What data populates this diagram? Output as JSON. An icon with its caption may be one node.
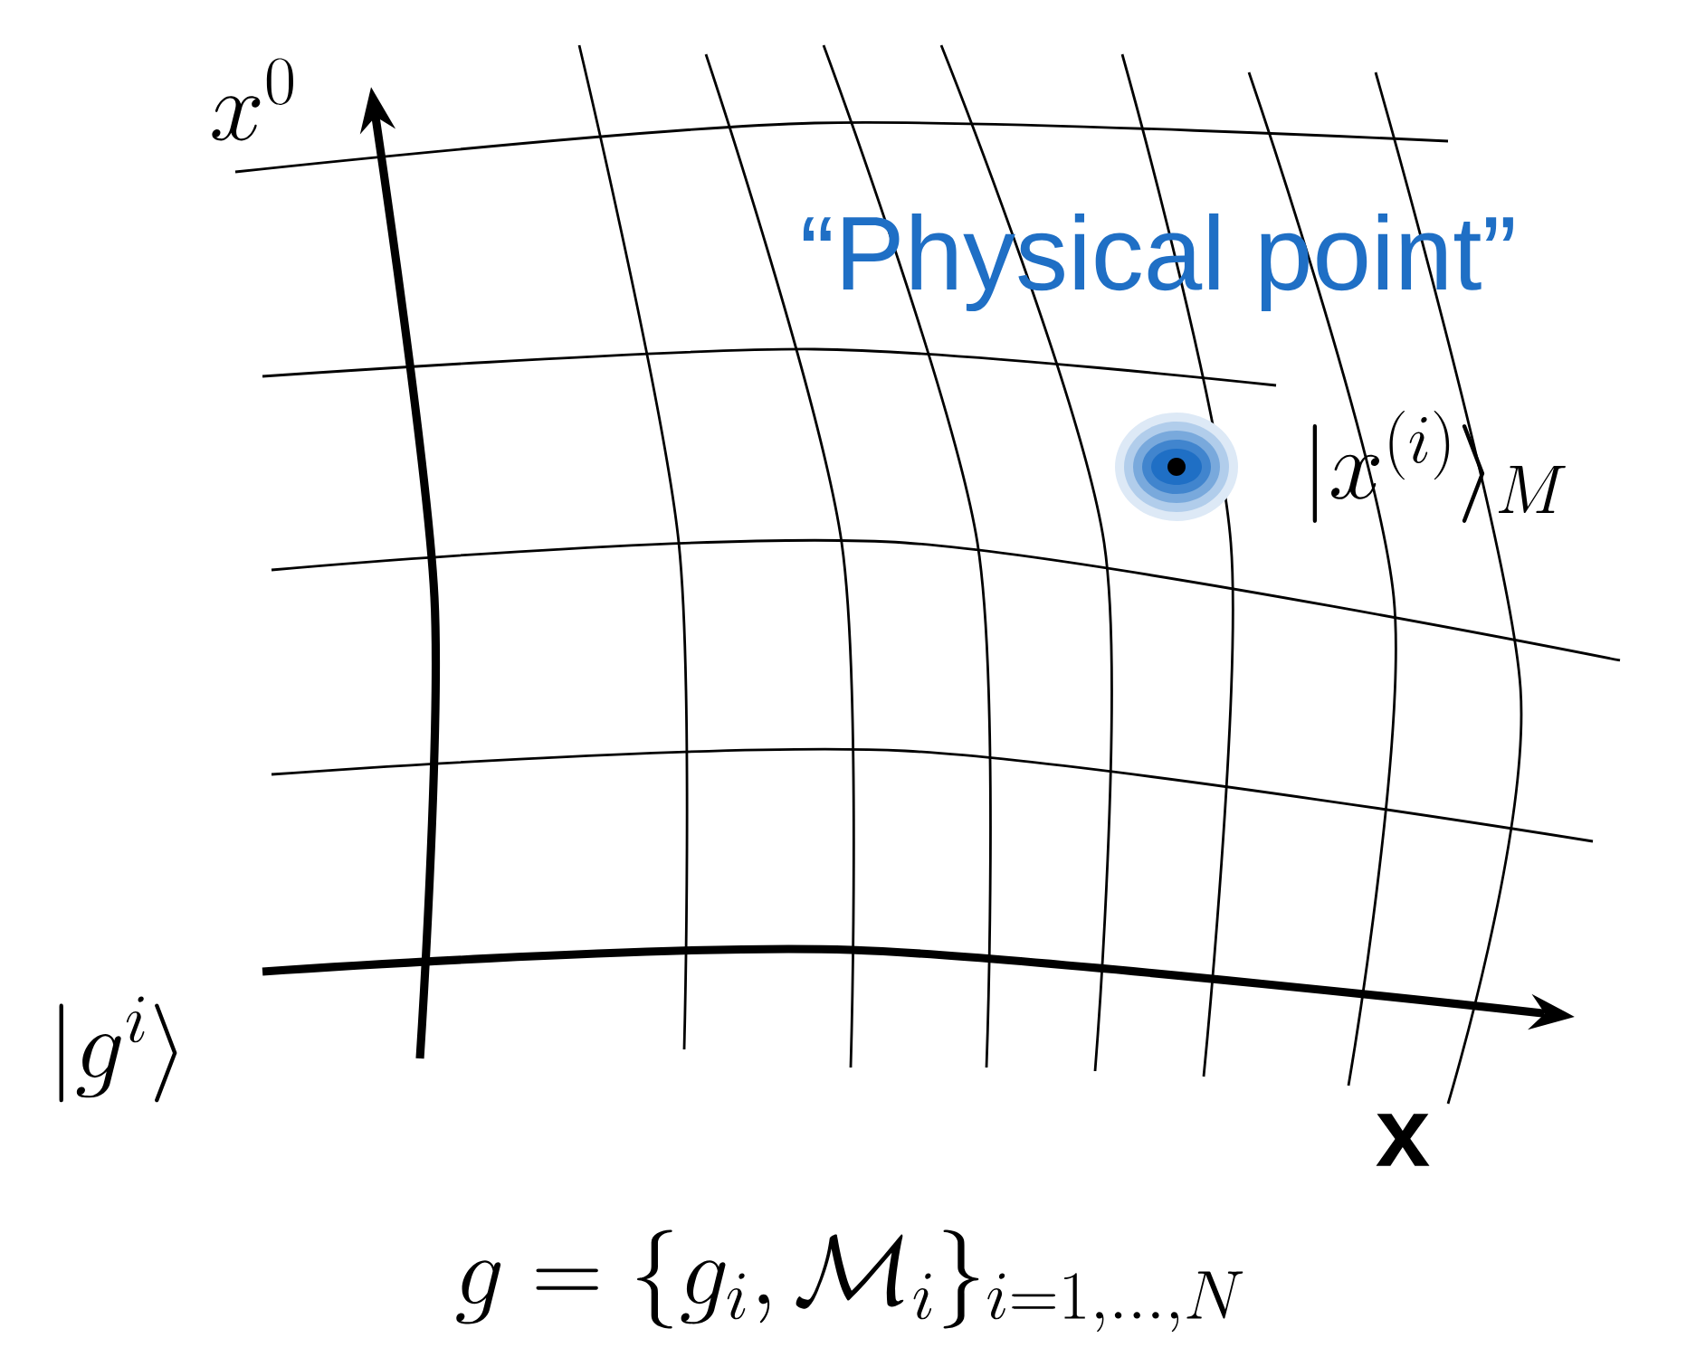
{
  "diagram": {
    "labels": [
      "x^0",
      "“Physical point”",
      "|x^{(i)}\\rangle_M",
      "|g^i\\rangle",
      "\\mathbf{x}",
      "g = \\{g_i, \\mathcal{M}_i\\}_{i=1,\\ldots,N}"
    ]
  }
}
